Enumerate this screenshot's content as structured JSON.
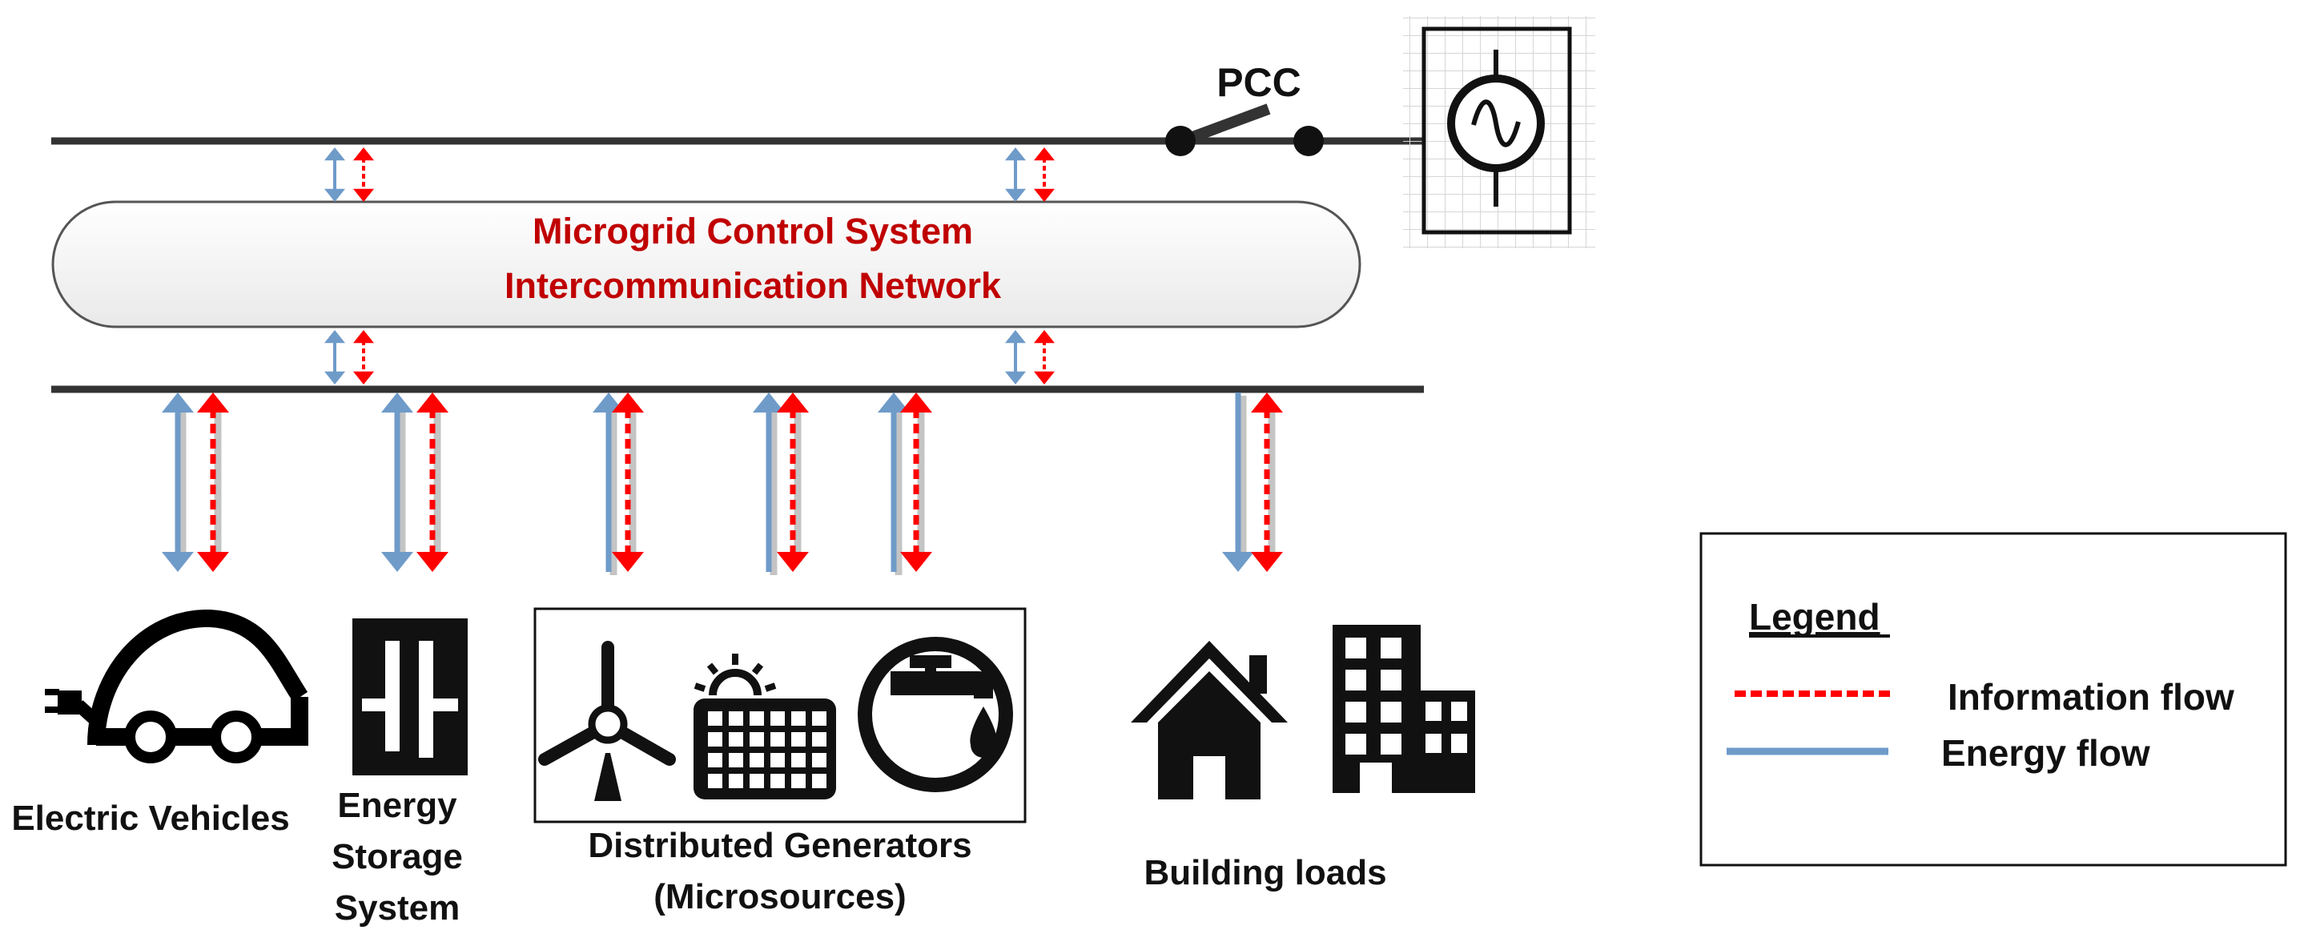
{
  "pcc_label": "PCC",
  "control_system": {
    "line1": "Microgrid Control System",
    "line2": "Intercommunication  Network"
  },
  "devices": {
    "ev": {
      "label": "Electric Vehicles",
      "icon": "electric-car-plug-icon"
    },
    "storage": {
      "label_lines": [
        "Energy",
        "Storage",
        "System"
      ],
      "icon": "battery-icon"
    },
    "generators": {
      "label_lines": [
        "Distributed Generators",
        "(Microsources)"
      ],
      "icons": [
        "wind-turbine-icon",
        "solar-panel-icon",
        "water-tap-icon"
      ]
    },
    "loads": {
      "label": "Building loads",
      "icons": [
        "house-icon",
        "office-building-icon"
      ]
    }
  },
  "legend": {
    "title": "Legend",
    "information_flow": "Information flow",
    "energy_flow": "Energy flow"
  },
  "colors": {
    "energy_flow": "#6F9BC9",
    "information_flow": "#FF0000",
    "label_text": "#C00000",
    "bus": "#333333"
  }
}
